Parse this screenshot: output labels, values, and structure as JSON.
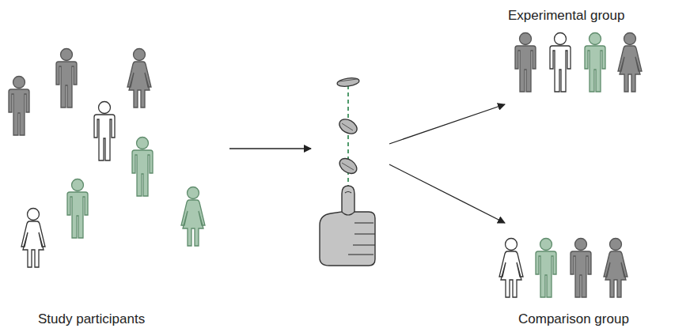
{
  "diagram": {
    "labels": [
      "Experimental group",
      "Study participants",
      "Comparison group"
    ]
  }
}
